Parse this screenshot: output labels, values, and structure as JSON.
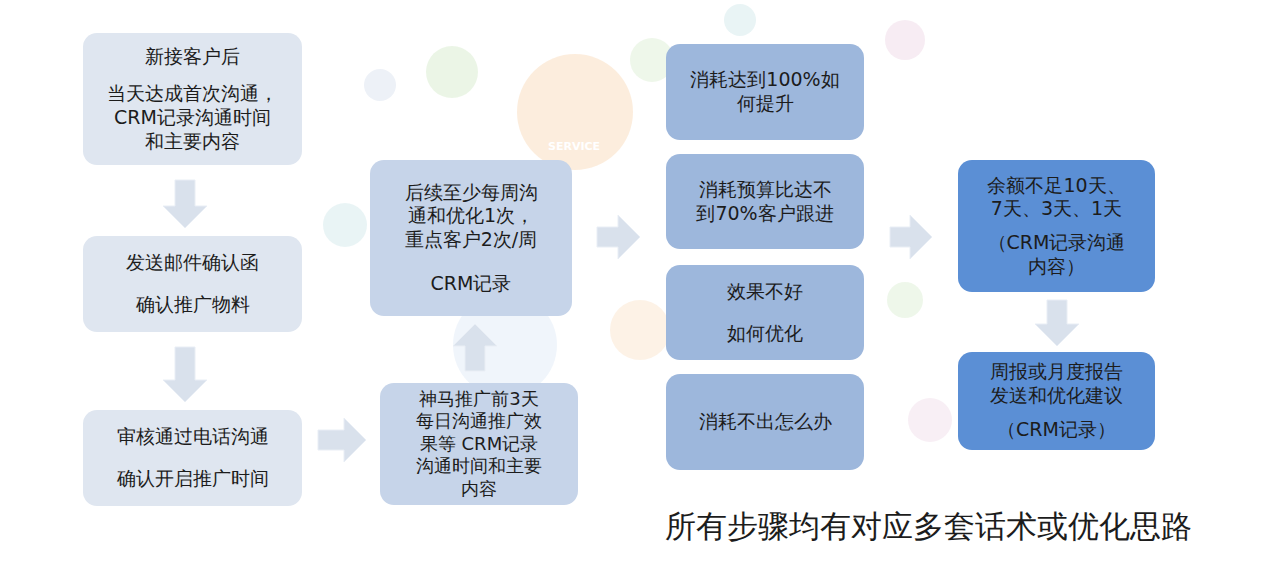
{
  "diagram": {
    "nodes": [
      {
        "text": [
          "新接客户后",
          "当天达成首次沟通， CRM记录沟通时间 和主要内容"
        ]
      },
      {
        "text": [
          "发送邮件确认函",
          "确认推广物料"
        ]
      },
      {
        "text": [
          "审核通过电话沟通",
          "确认开启推广时间"
        ]
      },
      {
        "text": [
          "神马推广前3天 每日沟通推广效 果等 CRM记录 沟通时间和主要 内容"
        ]
      },
      {
        "text": [
          "后续至少每周沟 通和优化1次， 重点客户2次/周",
          "CRM记录"
        ]
      },
      {
        "text": [
          "消耗达到100%如 何提升"
        ]
      },
      {
        "text": [
          "消耗预算比达不 到70%客户跟进"
        ]
      },
      {
        "text": [
          "效果不好",
          "如何优化"
        ]
      },
      {
        "text": [
          "消耗不出怎么办"
        ]
      },
      {
        "text": [
          "余额不足10天、 7天、3天、1天",
          "（CRM记录沟通 内容）"
        ]
      },
      {
        "text": [
          "周报或月度报告 发送和优化建议",
          "（CRM记录）"
        ]
      }
    ],
    "edges": [
      {
        "from": 0,
        "to": 1,
        "arrow": "to"
      },
      {
        "from": 1,
        "to": 2,
        "arrow": "to"
      },
      {
        "from": 2,
        "to": 3,
        "arrow": "to"
      },
      {
        "from": 3,
        "to": 4,
        "arrow": "to"
      },
      {
        "from": 4,
        "to": 6,
        "arrow": "to"
      },
      {
        "from": 6,
        "to": 9,
        "arrow": "to"
      },
      {
        "from": 9,
        "to": 10,
        "arrow": "to"
      }
    ],
    "labels": [
      "所有步骤均有对应多套话术或优化思路",
      "SERVICE"
    ]
  }
}
